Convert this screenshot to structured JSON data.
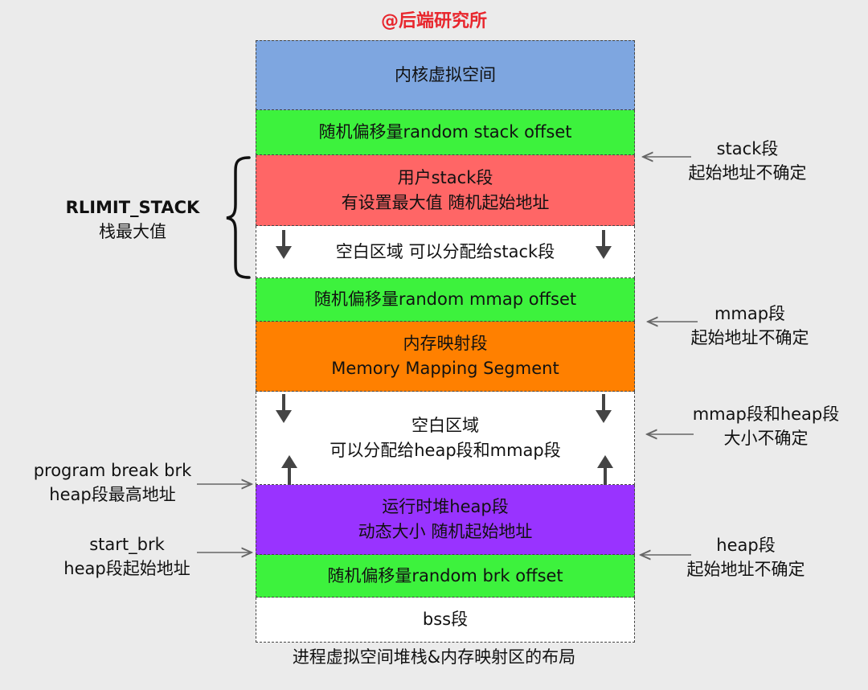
{
  "watermark": "@后端研究所",
  "segments": {
    "kernel": "内核虚拟空间",
    "stack_offset": "随机偏移量random stack offset",
    "user_stack": [
      "用户stack段",
      "有设置最大值 随机起始地址"
    ],
    "blank_stack": "空白区域 可以分配给stack段",
    "mmap_offset": "随机偏移量random mmap offset",
    "mmap": [
      "内存映射段",
      "Memory Mapping Segment"
    ],
    "blank_heap": [
      "空白区域",
      "可以分配给heap段和mmap段"
    ],
    "heap": [
      "运行时堆heap段",
      "动态大小 随机起始地址"
    ],
    "brk_offset": "随机偏移量random brk offset",
    "bss": "bss段"
  },
  "caption": "进程虚拟空间堆栈&内存映射区的布局",
  "left_labels": {
    "rlimit": [
      "RLIMIT_STACK",
      "栈最大值"
    ],
    "program_break": [
      "program break brk",
      "heap段最高地址"
    ],
    "start_brk": [
      "start_brk",
      "heap段起始地址"
    ]
  },
  "right_labels": {
    "stack": [
      "stack段",
      "起始地址不确定"
    ],
    "mmap": [
      "mmap段",
      "起始地址不确定"
    ],
    "mmap_heap": [
      "mmap段和heap段",
      "大小不确定"
    ],
    "heap": [
      "heap段",
      "起始地址不确定"
    ]
  },
  "colors": {
    "kernel": "#7ea6e0",
    "offset": "#3df23d",
    "user_stack": "#ff6666",
    "mmap": "#ff8000",
    "heap": "#9933ff",
    "watermark": "#e8262d"
  }
}
